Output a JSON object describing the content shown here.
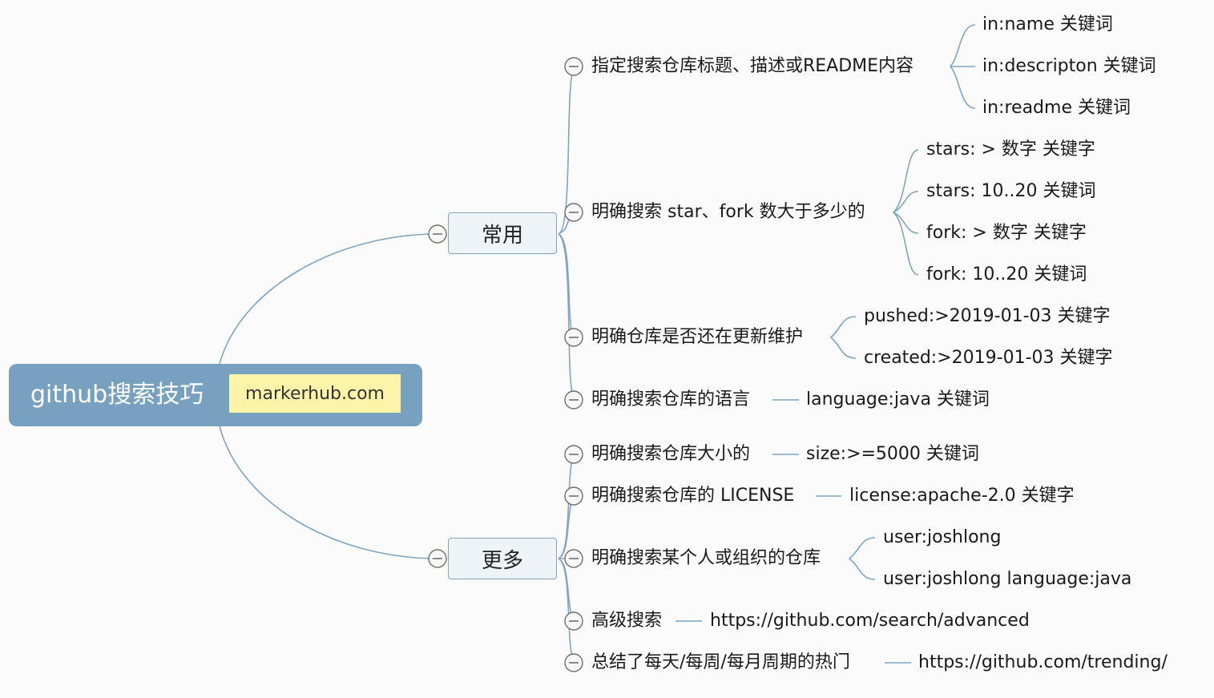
{
  "root": {
    "title": "github搜索技巧",
    "label": "markerhub.com"
  },
  "branches": [
    {
      "label": "常用",
      "topics": [
        {
          "label": "指定搜索仓库标题、描述或README内容",
          "children": [
            "in:name 关键词",
            "in:descripton 关键词",
            "in:readme 关键词"
          ]
        },
        {
          "label": "明确搜索 star、fork 数大于多少的",
          "children": [
            "stars: > 数字 关键字",
            "stars: 10..20 关键词",
            "fork: > 数字 关键字",
            "fork: 10..20 关键词"
          ]
        },
        {
          "label": "明确仓库是否还在更新维护",
          "children": [
            "pushed:>2019-01-03 关键字",
            "created:>2019-01-03 关键字"
          ]
        },
        {
          "label": "明确搜索仓库的语言",
          "children": [
            "language:java 关键词"
          ]
        }
      ]
    },
    {
      "label": "更多",
      "topics": [
        {
          "label": "明确搜索仓库大小的",
          "children": [
            "size:>=5000 关键词"
          ]
        },
        {
          "label": "明确搜索仓库的 LICENSE",
          "children": [
            "license:apache-2.0 关键字"
          ]
        },
        {
          "label": "明确搜索某个人或组织的仓库",
          "children": [
            "user:joshlong",
            "user:joshlong language:java"
          ]
        },
        {
          "label": "高级搜索",
          "children": [
            "https://github.com/search/advanced"
          ]
        },
        {
          "label": "总结了每天/每周/每月周期的热门",
          "children": [
            "https://github.com/trending/"
          ]
        }
      ]
    }
  ]
}
